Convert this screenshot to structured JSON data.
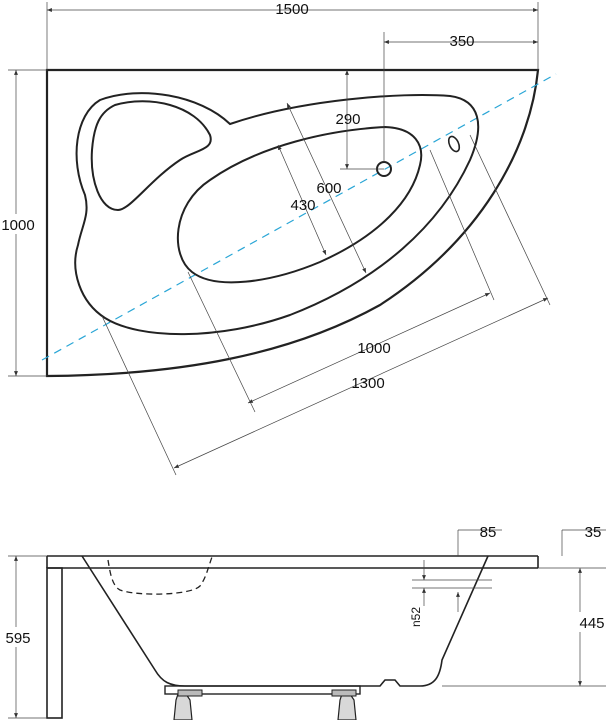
{
  "top_view": {
    "dim_length": "1500",
    "dim_drain_offset": "350",
    "dim_drain_depth": "290",
    "dim_inner_width": "600",
    "dim_bottom_width": "430",
    "dim_width": "1000",
    "dim_inner_length": "1000",
    "dim_outer_length": "1300"
  },
  "side_view": {
    "dim_height": "595",
    "dim_rim": "85",
    "dim_edge": "35",
    "dim_depth": "445",
    "dim_overflow": "n52"
  }
}
